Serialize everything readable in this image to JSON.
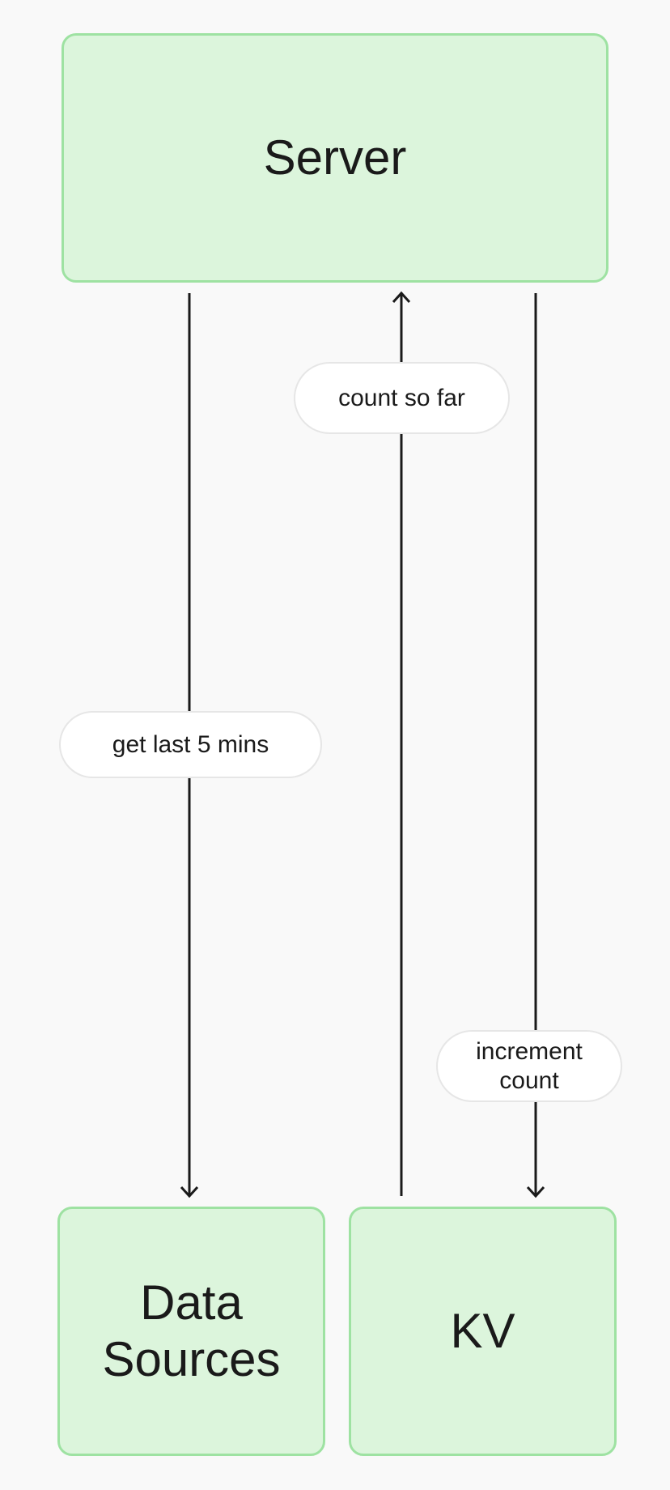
{
  "nodes": {
    "server": {
      "label": "Server"
    },
    "data_sources": {
      "label": "Data\nSources"
    },
    "kv": {
      "label": "KV"
    }
  },
  "edges": {
    "server_to_data_sources": {
      "label": "get last 5 mins"
    },
    "kv_to_server": {
      "label": "count so far"
    },
    "server_to_kv": {
      "label": "increment\ncount"
    }
  },
  "colors": {
    "background": "#f9f9f9",
    "node_fill": "#dcf5dc",
    "node_border": "#9ee2a2",
    "edge_stroke": "#1a1a1a",
    "label_fill": "#ffffff",
    "label_border": "#e6e6e6",
    "text": "#1a1a1a"
  }
}
